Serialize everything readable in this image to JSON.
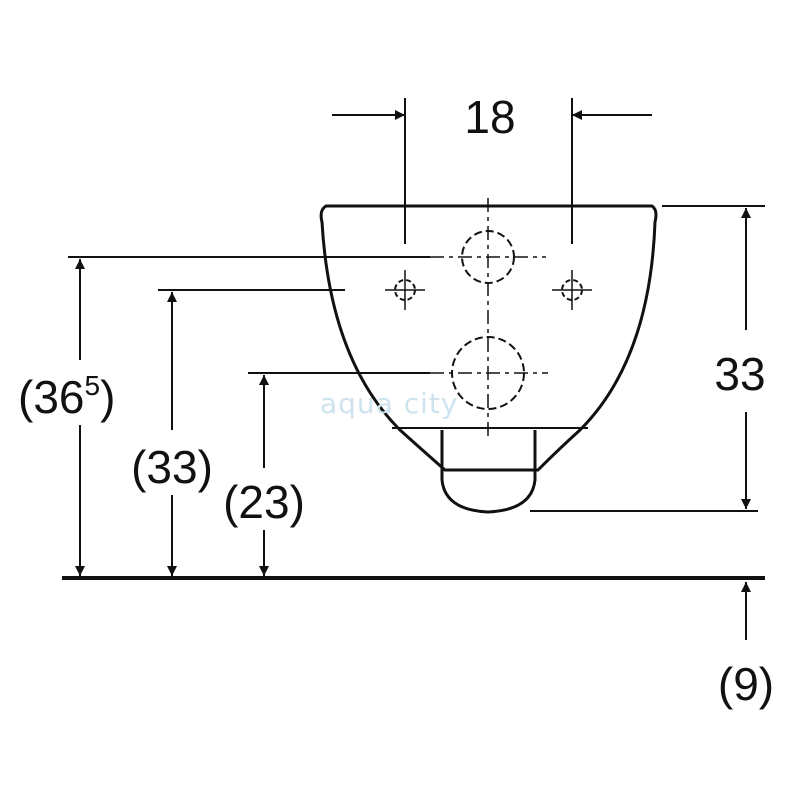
{
  "dimensions": {
    "top_width": "18",
    "height_right": "33",
    "height_total_base": "(36",
    "height_total_sup": "5",
    "height_total_close": ")",
    "height_upper_fix": "(33)",
    "height_lower_fix": "(23)",
    "floor_offset": "(9)"
  },
  "watermark": "aqua city",
  "colors": {
    "line": "#111111",
    "watermark": "#cfe3ef"
  }
}
